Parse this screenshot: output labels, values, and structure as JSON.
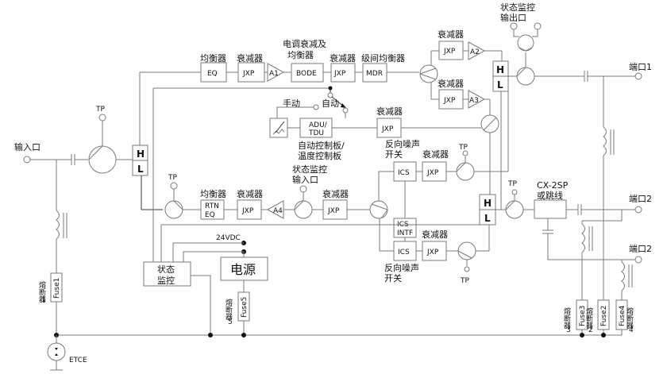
{
  "diagram": {
    "input_port": "输入口",
    "output_port_1": "端口1",
    "output_port_2a": "端口2",
    "output_port_2b": "端口2",
    "tp": "TP",
    "forward_path": {
      "eq_label": "均衡器",
      "eq_box": "EQ",
      "att1_label": "衰减器",
      "att1_box": "JXP",
      "amp1": "A1",
      "bode_label_1": "电调衰减及",
      "bode_label_2": "均衡器",
      "bode_box": "BODE",
      "att2_label": "衰减器",
      "att2_box": "JXP",
      "mdr_label": "级间均衡器",
      "mdr_box": "MDR",
      "att3_label": "衰减器",
      "att3_box": "JXP",
      "amp2": "A2",
      "att4_label": "衰减器",
      "att4_box": "JXP",
      "amp3": "A3"
    },
    "control": {
      "manual": "手动",
      "auto": "自动",
      "adu_line1": "ADU/",
      "adu_line2": "TDU",
      "adu_desc_1": "自动控制板/",
      "adu_desc_2": "温度控制板",
      "att_label": "衰减器",
      "att_box": "JXP"
    },
    "status_out_1": "状态监控",
    "status_out_2": "输出口",
    "diplexer_h": "H",
    "diplexer_l": "L",
    "return_path": {
      "rtn_label": "均衡器",
      "rtn_box_1": "RTN",
      "rtn_box_2": "EQ",
      "att1_label": "衰减器",
      "att1_box": "JXP",
      "amp": "A4",
      "status_in_1": "状态监控",
      "status_in_2": "输入口",
      "att2_label": "衰减器",
      "att2_box": "JXP",
      "ics_top_label_1": "反向噪声",
      "ics_top_label_2": "开关",
      "ics_top": "ICS",
      "ics_top_att_label": "衰减器",
      "ics_top_att": "JXP",
      "ics_intf_1": "ICS",
      "ics_intf_2": "INTF",
      "ics_bot": "ICS",
      "ics_bot_att_label": "衰减器",
      "ics_bot_att": "JXP",
      "ics_bot_label_1": "反向噪声",
      "ics_bot_label_2": "开关"
    },
    "cx": {
      "label_1": "CX-2SP",
      "label_2": "或跳线"
    },
    "power": {
      "vdc": "24VDC",
      "psu": "电源",
      "monitor_1": "状态",
      "monitor_2": "监控"
    },
    "fuses": [
      {
        "name": "Fuse1",
        "label": "熔断器",
        "num": "1"
      },
      {
        "name": "Fuse5",
        "label": "熔断器",
        "num": "5"
      },
      {
        "name": "Fuse3",
        "label": "熔断器",
        "num": "3"
      },
      {
        "name": "Fuse2",
        "label": "熔断器",
        "num": "2"
      },
      {
        "name": "Fuse4",
        "label": "熔断器",
        "num": "4"
      }
    ],
    "etce": "ETCE"
  }
}
